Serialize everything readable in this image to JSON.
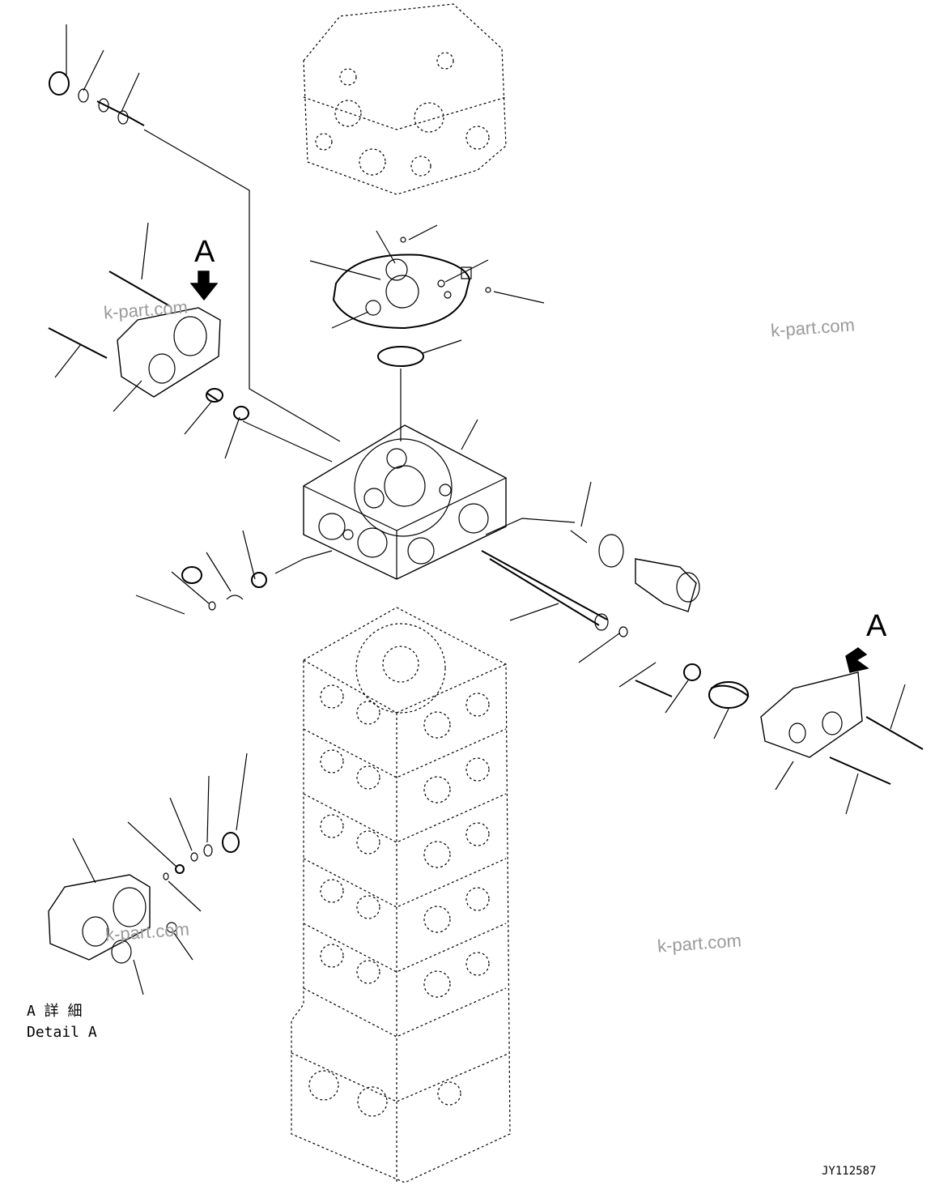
{
  "labels": {
    "arrow_a_left": "A",
    "arrow_a_right": "A",
    "detail_line1": "A 詳 細",
    "detail_line2": "Detail A",
    "drawing_code": "JY112587"
  },
  "watermarks": [
    "k-part.com",
    "k-part.com",
    "k-part.com",
    "k-part.com"
  ]
}
